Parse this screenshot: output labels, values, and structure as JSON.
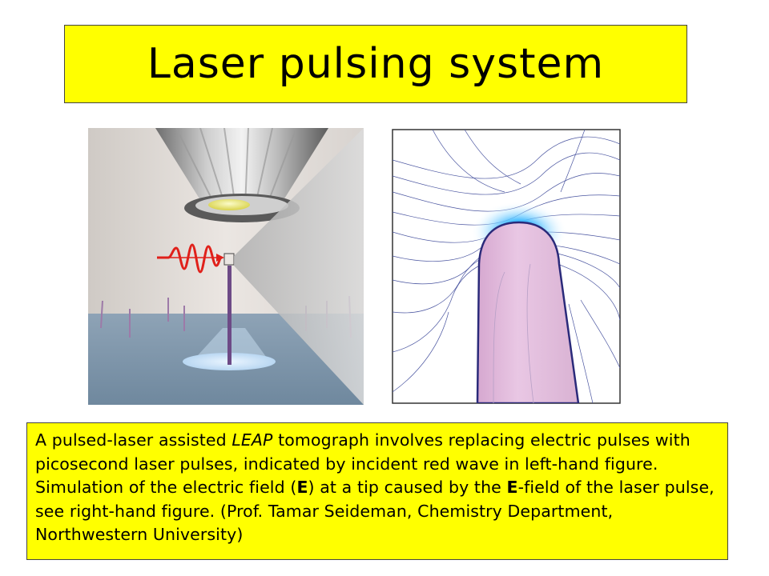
{
  "title": "Laser pulsing system",
  "caption": {
    "part1": "A pulsed-laser assisted ",
    "italic": "LEAP",
    "part2": " tomograph involves replacing electric pulses with picosecond laser pulses, indicated by incident red wave in left-hand figure. Simulation of the electric field (",
    "bold1": "E",
    "part3": ") at a tip caused by the ",
    "bold2": "E",
    "part4": "-field of the laser pulse, see right-hand figure. (Prof. Tamar Seideman, Chemistry Department, Northwestern University)"
  },
  "colors": {
    "title_bg": "#ffff00",
    "caption_bg": "#ffff00",
    "laser_wave": "#e0201a",
    "tip_fill": "#e2b8dc",
    "contour_line": "#4a55a0"
  }
}
